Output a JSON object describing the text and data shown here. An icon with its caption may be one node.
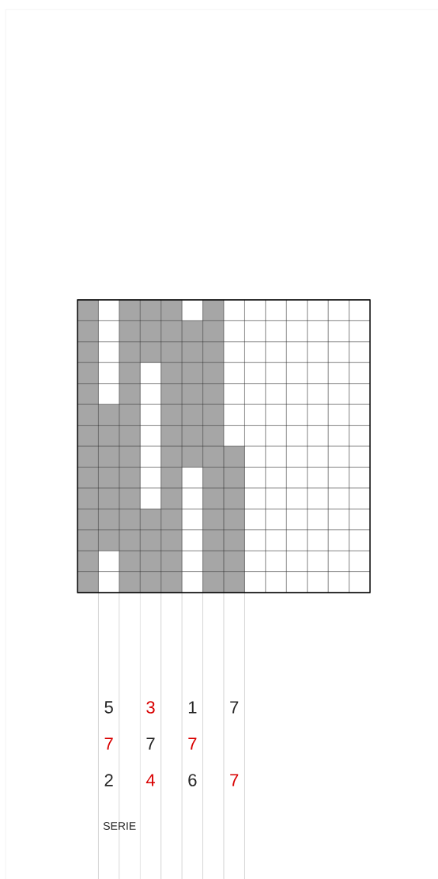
{
  "diagram": {
    "labels": [
      "5",
      "3",
      "1",
      "7",
      "7",
      "7",
      "7",
      "2",
      "4",
      "6",
      "7",
      "SERIE"
    ]
  }
}
